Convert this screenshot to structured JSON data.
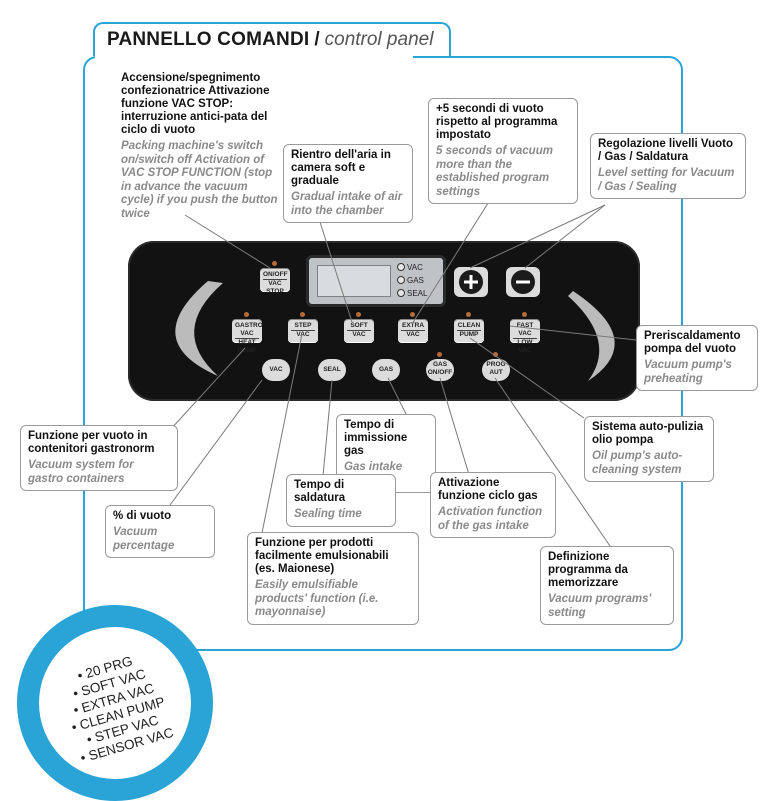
{
  "title": {
    "main": "PANNELLO COMANDI",
    "separator": "/",
    "sub": "control panel"
  },
  "callouts": {
    "onoff": {
      "it": "Accensione/spegnimento confezionatrice Attivazione funzione VAC STOP: interruzione antici-pata del ciclo di vuoto",
      "en": "Packing machine's switch on/switch off Activation of VAC STOP FUNCTION (stop in advance the vacuum cycle) if you push the button twice"
    },
    "softair": {
      "it": "Rientro dell'aria in camera soft e graduale",
      "en": "Gradual intake of air into the chamber"
    },
    "plus5": {
      "it": "+5 secondi di vuoto rispetto al programma impostato",
      "en": "5 seconds of vacuum more than the established program settings"
    },
    "levels": {
      "it": "Regolazione livelli Vuoto / Gas / Saldatura",
      "en": "Level setting for Vacuum / Gas / Sealing"
    },
    "preheat": {
      "it": "Preriscaldamento pompa del vuoto",
      "en": "Vacuum pump's preheating"
    },
    "gastro": {
      "it": "Funzione per vuoto in contenitori gastronorm",
      "en": "Vacuum system for gastro containers"
    },
    "gastime": {
      "it": "Tempo di immissione gas",
      "en": "Gas intake time"
    },
    "autoclean": {
      "it": "Sistema auto-pulizia olio pompa",
      "en": "Oil pump's auto-cleaning system"
    },
    "sealtime": {
      "it": "Tempo di saldatura",
      "en": "Sealing time"
    },
    "gascycle": {
      "it": "Attivazione funzione ciclo gas",
      "en": "Activation function of the gas intake"
    },
    "vacpct": {
      "it": "% di vuoto",
      "en": "Vacuum percentage"
    },
    "emulsion": {
      "it": "Funzione per prodotti facilmente emulsionabili (es. Maionese)",
      "en": "Easily emulsifiable products' function (i.e. mayonnaise)"
    },
    "program": {
      "it": "Definizione programma da memorizzare",
      "en": "Vacuum programs' setting"
    }
  },
  "panel": {
    "lcd_indicators": [
      "VAC",
      "GAS",
      "SEAL"
    ],
    "onoff_key": {
      "top": "ON/OFF",
      "bottom": "VAC STOP"
    },
    "keys_row1": [
      {
        "top": "GASTRO VAC",
        "bottom": "HEAT PUMP"
      },
      {
        "top": "STEP",
        "bottom": "VAC"
      },
      {
        "top": "SOFT",
        "bottom": "VAC"
      },
      {
        "top": "EXTRA",
        "bottom": "VAC"
      },
      {
        "top": "CLEAN",
        "bottom": "PUMP"
      },
      {
        "top": "FAST VAC",
        "bottom": "LOW VAC"
      }
    ],
    "keys_row2": [
      {
        "label": "VAC"
      },
      {
        "label": "SEAL"
      },
      {
        "label": "GAS"
      },
      {
        "top": "GAS",
        "bottom": "ON/OFF"
      },
      {
        "top": "PROG",
        "bottom": "AUT"
      }
    ],
    "plus_key_icon": "plus-icon",
    "minus_key_icon": "minus-icon"
  },
  "badge": {
    "items": [
      "• 20 PRG",
      "• SOFT VAC",
      "• EXTRA VAC",
      "• CLEAN PUMP",
      "• STEP VAC",
      "• SENSOR VAC"
    ]
  },
  "colors": {
    "accent": "#2aa3d6",
    "panel": "#121212",
    "key": "#dcdcdc",
    "gray_text": "#8a8a8a"
  }
}
